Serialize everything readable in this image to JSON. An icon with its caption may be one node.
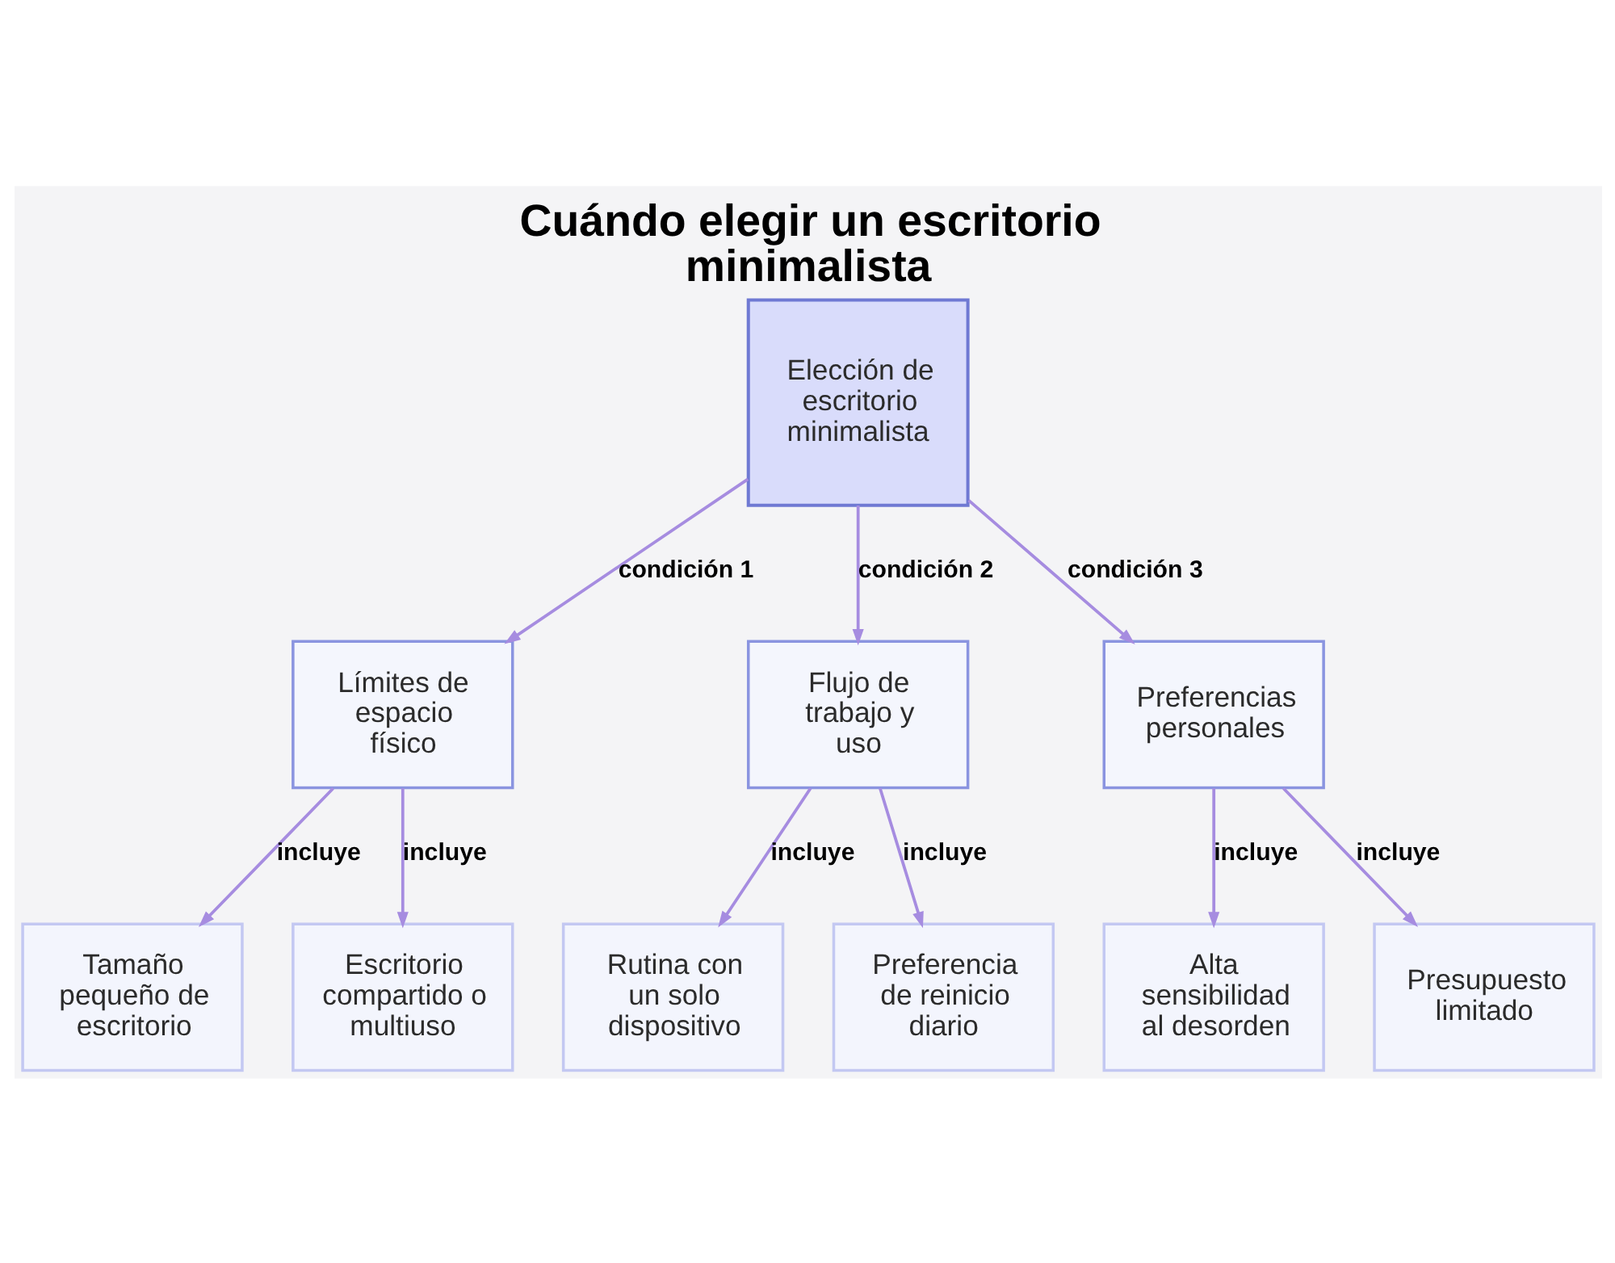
{
  "diagram": {
    "title": "Cuándo elegir un escritorio minimalista",
    "nodes": [
      {
        "text": [
          "Elección de escritorio minimalista"
        ]
      },
      {
        "text": [
          "Límites de espacio físico"
        ]
      },
      {
        "text": [
          "Flujo de trabajo y uso"
        ]
      },
      {
        "text": [
          "Preferencias personales"
        ]
      },
      {
        "text": [
          "Tamaño pequeño de escritorio"
        ]
      },
      {
        "text": [
          "Escritorio compartido o multiuso"
        ]
      },
      {
        "text": [
          "Rutina con un solo dispositivo"
        ]
      },
      {
        "text": [
          "Preferencia de reinicio diario"
        ]
      },
      {
        "text": [
          "Alta sensibilidad al desorden"
        ]
      },
      {
        "text": [
          "Presupuesto limitado"
        ]
      }
    ],
    "edges": [
      {
        "from": 0,
        "to": 1,
        "arrow": "to",
        "label": "condición 1"
      },
      {
        "from": 0,
        "to": 2,
        "arrow": "to",
        "label": "condición 2"
      },
      {
        "from": 0,
        "to": 3,
        "arrow": "to",
        "label": "condición 3"
      },
      {
        "from": 1,
        "to": 4,
        "arrow": "to",
        "label": "incluye"
      },
      {
        "from": 1,
        "to": 5,
        "arrow": "to",
        "label": "incluye"
      },
      {
        "from": 2,
        "to": 6,
        "arrow": "to",
        "label": "incluye"
      },
      {
        "from": 2,
        "to": 7,
        "arrow": "to",
        "label": "incluye"
      },
      {
        "from": 3,
        "to": 8,
        "arrow": "to",
        "label": "incluye"
      },
      {
        "from": 3,
        "to": 9,
        "arrow": "to",
        "label": "incluye"
      }
    ]
  }
}
